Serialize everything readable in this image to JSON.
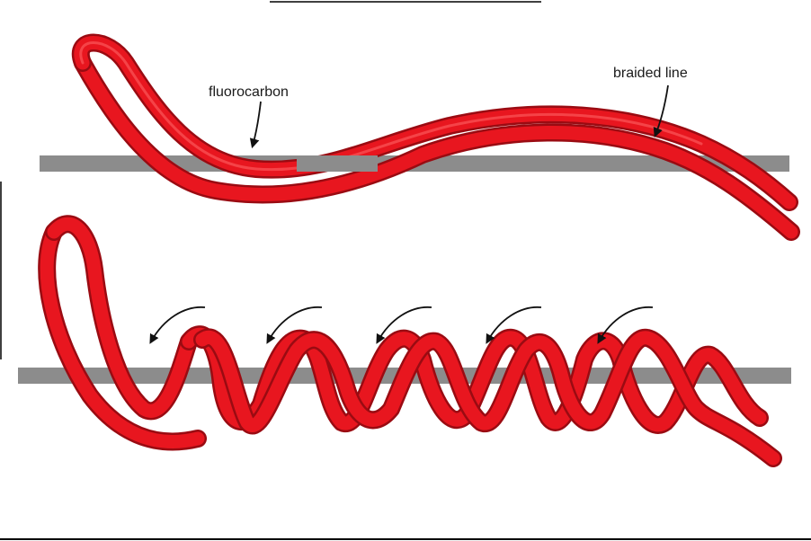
{
  "labels": {
    "fluorocarbon": "fluorocarbon",
    "braided_line": "braided line"
  },
  "colors": {
    "line": "#e8161f",
    "line_shadow": "#9a0b12",
    "line_highlight": "#ff6a6a",
    "leader": "#8c8c8c",
    "arrow": "#111111",
    "background": "#ffffff"
  },
  "steps": [
    {
      "step": "top",
      "icon": "red-line-loop-over-leader"
    },
    {
      "step": "bottom",
      "icon": "red-line-wrapped-around-leader",
      "wraps": 6,
      "arrows": 5
    }
  ]
}
